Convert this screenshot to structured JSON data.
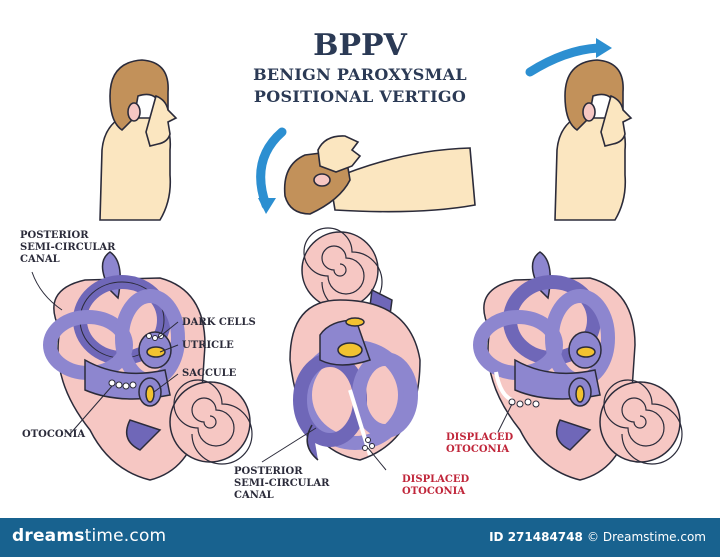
{
  "header": {
    "title": "BPPV",
    "subtitle_line1": "BENIGN PAROXYSMAL",
    "subtitle_line2": "POSITIONAL VERTIGO"
  },
  "labels": {
    "posterior_canal_left": "POSTERIOR\nSEMI-CIRCULAR\nCANAL",
    "dark_cells": "DARK CELLS",
    "utricle": "UTRICLE",
    "saccule": "SACCULE",
    "otoconia": "OTOCONIA",
    "posterior_canal_center": "POSTERIOR\nSEMI-CIRCULAR\nCANAL",
    "displaced_otoconia_center": "DISPLACED\nOTOCONIA",
    "displaced_otoconia_right": "DISPLACED\nOTOCONIA"
  },
  "footer": {
    "brand_bold": "dreams",
    "brand_light": "time.com",
    "id_label": "ID 271484748",
    "copyright": "© Dreamstime.com"
  },
  "colors": {
    "canal_fill": "#8d86cf",
    "canal_dark": "#6f67b8",
    "tissue_pink": "#f6c7c3",
    "skin": "#fbe6c0",
    "hair": "#c2915a",
    "arrow_blue": "#2c8fd1",
    "spot_yellow": "#f2c230",
    "outline": "#2b2b3a",
    "label_red": "#c0263a",
    "footer_blue": "#18628f"
  }
}
